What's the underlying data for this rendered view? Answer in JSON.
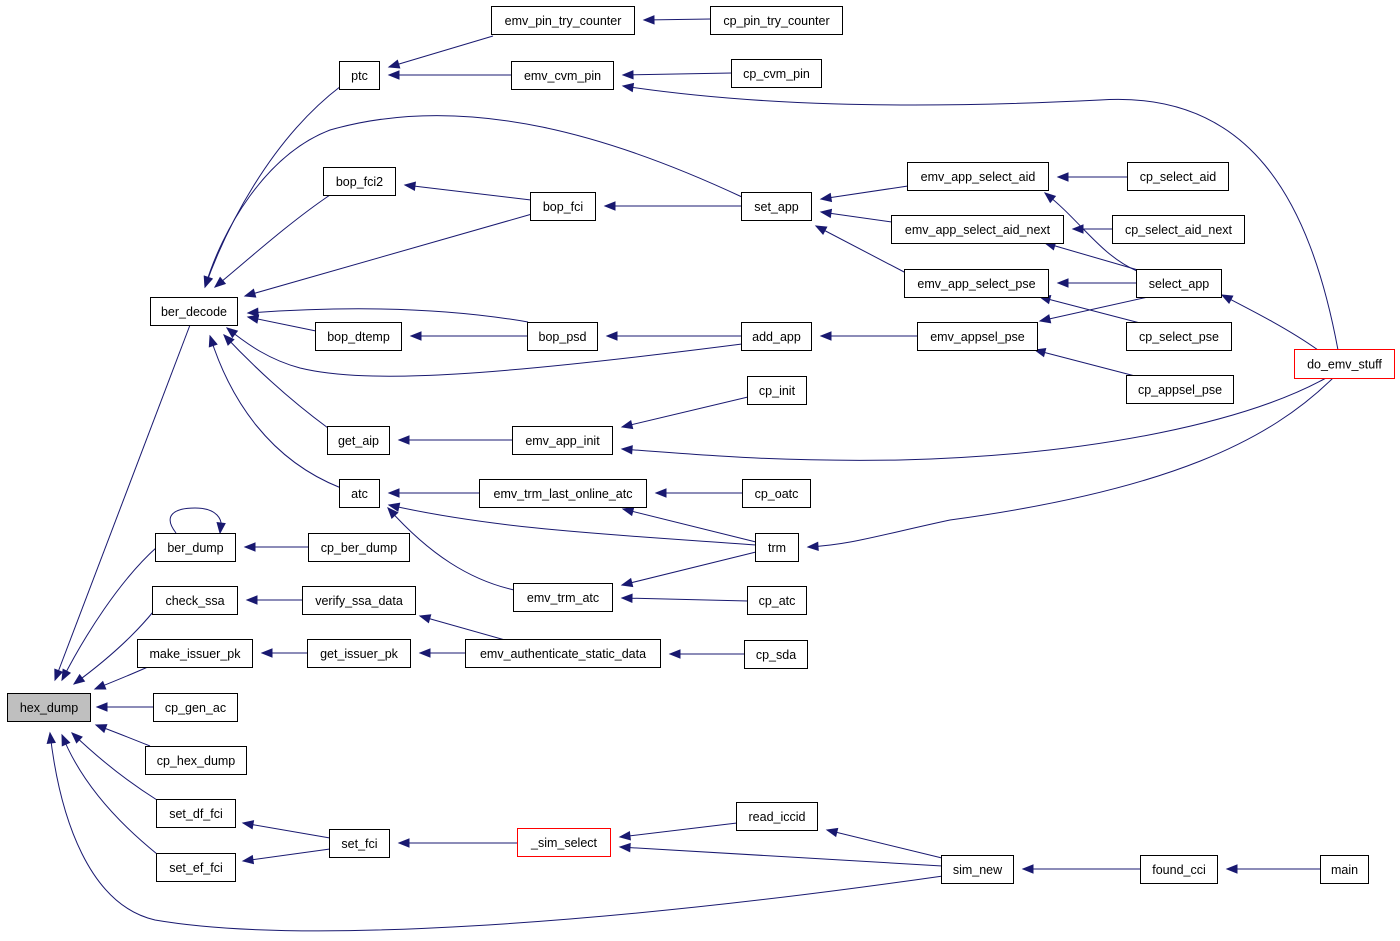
{
  "graph": {
    "nodes": {
      "hex_dump": {
        "label": "hex_dump",
        "focus": true
      },
      "ber_decode": {
        "label": "ber_decode"
      },
      "ber_dump": {
        "label": "ber_dump"
      },
      "check_ssa": {
        "label": "check_ssa"
      },
      "make_issuer_pk": {
        "label": "make_issuer_pk"
      },
      "cp_gen_ac": {
        "label": "cp_gen_ac"
      },
      "cp_hex_dump": {
        "label": "cp_hex_dump"
      },
      "set_df_fci": {
        "label": "set_df_fci"
      },
      "set_ef_fci": {
        "label": "set_ef_fci"
      },
      "ptc": {
        "label": "ptc"
      },
      "bop_fci2": {
        "label": "bop_fci2"
      },
      "bop_dtemp": {
        "label": "bop_dtemp"
      },
      "get_aip": {
        "label": "get_aip"
      },
      "atc": {
        "label": "atc"
      },
      "cp_ber_dump": {
        "label": "cp_ber_dump"
      },
      "verify_ssa_data": {
        "label": "verify_ssa_data"
      },
      "get_issuer_pk": {
        "label": "get_issuer_pk"
      },
      "set_fci": {
        "label": "set_fci"
      },
      "emv_pin_try_counter": {
        "label": "emv_pin_try_counter"
      },
      "emv_cvm_pin": {
        "label": "emv_cvm_pin"
      },
      "bop_fci": {
        "label": "bop_fci"
      },
      "bop_psd": {
        "label": "bop_psd"
      },
      "emv_app_init": {
        "label": "emv_app_init"
      },
      "emv_trm_last_online_atc": {
        "label": "emv_trm_last_online_atc"
      },
      "emv_trm_atc": {
        "label": "emv_trm_atc"
      },
      "emv_authenticate_static_data": {
        "label": "emv_authenticate_static_data"
      },
      "_sim_select": {
        "label": "_sim_select",
        "truncated": true
      },
      "cp_pin_try_counter": {
        "label": "cp_pin_try_counter"
      },
      "cp_cvm_pin": {
        "label": "cp_cvm_pin"
      },
      "set_app": {
        "label": "set_app"
      },
      "add_app": {
        "label": "add_app"
      },
      "cp_init": {
        "label": "cp_init"
      },
      "cp_oatc": {
        "label": "cp_oatc"
      },
      "trm": {
        "label": "trm"
      },
      "cp_atc": {
        "label": "cp_atc"
      },
      "cp_sda": {
        "label": "cp_sda"
      },
      "read_iccid": {
        "label": "read_iccid"
      },
      "emv_app_select_aid": {
        "label": "emv_app_select_aid"
      },
      "emv_app_select_aid_next": {
        "label": "emv_app_select_aid_next"
      },
      "emv_app_select_pse": {
        "label": "emv_app_select_pse"
      },
      "emv_appsel_pse": {
        "label": "emv_appsel_pse"
      },
      "sim_new": {
        "label": "sim_new"
      },
      "cp_select_aid": {
        "label": "cp_select_aid"
      },
      "cp_select_aid_next": {
        "label": "cp_select_aid_next"
      },
      "select_app": {
        "label": "select_app"
      },
      "cp_select_pse": {
        "label": "cp_select_pse"
      },
      "cp_appsel_pse": {
        "label": "cp_appsel_pse"
      },
      "found_cci": {
        "label": "found_cci"
      },
      "do_emv_stuff": {
        "label": "do_emv_stuff",
        "truncated": true
      },
      "main": {
        "label": "main"
      }
    },
    "edges": [
      [
        "ber_decode",
        "hex_dump"
      ],
      [
        "ber_dump",
        "hex_dump"
      ],
      [
        "check_ssa",
        "hex_dump"
      ],
      [
        "make_issuer_pk",
        "hex_dump"
      ],
      [
        "cp_gen_ac",
        "hex_dump"
      ],
      [
        "cp_hex_dump",
        "hex_dump"
      ],
      [
        "set_df_fci",
        "hex_dump"
      ],
      [
        "set_ef_fci",
        "hex_dump"
      ],
      [
        "sim_new",
        "hex_dump"
      ],
      [
        "ptc",
        "ber_decode"
      ],
      [
        "bop_fci2",
        "ber_decode"
      ],
      [
        "bop_fci",
        "ber_decode"
      ],
      [
        "bop_dtemp",
        "ber_decode"
      ],
      [
        "bop_psd",
        "ber_decode"
      ],
      [
        "add_app",
        "ber_decode"
      ],
      [
        "get_aip",
        "ber_decode"
      ],
      [
        "atc",
        "ber_decode"
      ],
      [
        "set_app",
        "ber_decode"
      ],
      [
        "ber_dump",
        "ber_dump"
      ],
      [
        "cp_ber_dump",
        "ber_dump"
      ],
      [
        "verify_ssa_data",
        "check_ssa"
      ],
      [
        "get_issuer_pk",
        "make_issuer_pk"
      ],
      [
        "set_fci",
        "set_df_fci"
      ],
      [
        "set_fci",
        "set_ef_fci"
      ],
      [
        "emv_pin_try_counter",
        "ptc"
      ],
      [
        "emv_cvm_pin",
        "ptc"
      ],
      [
        "bop_fci",
        "bop_fci2"
      ],
      [
        "bop_psd",
        "bop_dtemp"
      ],
      [
        "emv_app_init",
        "get_aip"
      ],
      [
        "emv_trm_last_online_atc",
        "atc"
      ],
      [
        "emv_trm_atc",
        "atc"
      ],
      [
        "trm",
        "atc"
      ],
      [
        "emv_authenticate_static_data",
        "verify_ssa_data"
      ],
      [
        "emv_authenticate_static_data",
        "get_issuer_pk"
      ],
      [
        "_sim_select",
        "set_fci"
      ],
      [
        "cp_pin_try_counter",
        "emv_pin_try_counter"
      ],
      [
        "cp_cvm_pin",
        "emv_cvm_pin"
      ],
      [
        "do_emv_stuff",
        "emv_cvm_pin"
      ],
      [
        "set_app",
        "bop_fci"
      ],
      [
        "add_app",
        "bop_psd"
      ],
      [
        "cp_init",
        "emv_app_init"
      ],
      [
        "do_emv_stuff",
        "emv_app_init"
      ],
      [
        "cp_oatc",
        "emv_trm_last_online_atc"
      ],
      [
        "trm",
        "emv_trm_last_online_atc"
      ],
      [
        "trm",
        "emv_trm_atc"
      ],
      [
        "cp_atc",
        "emv_trm_atc"
      ],
      [
        "cp_sda",
        "emv_authenticate_static_data"
      ],
      [
        "read_iccid",
        "_sim_select"
      ],
      [
        "sim_new",
        "_sim_select"
      ],
      [
        "emv_app_select_aid",
        "set_app"
      ],
      [
        "emv_app_select_aid_next",
        "set_app"
      ],
      [
        "emv_app_select_pse",
        "set_app"
      ],
      [
        "emv_appsel_pse",
        "add_app"
      ],
      [
        "do_emv_stuff",
        "trm"
      ],
      [
        "sim_new",
        "read_iccid"
      ],
      [
        "cp_select_aid",
        "emv_app_select_aid"
      ],
      [
        "select_app",
        "emv_app_select_aid"
      ],
      [
        "cp_select_aid_next",
        "emv_app_select_aid_next"
      ],
      [
        "select_app",
        "emv_app_select_aid_next"
      ],
      [
        "select_app",
        "emv_app_select_pse"
      ],
      [
        "cp_select_pse",
        "emv_app_select_pse"
      ],
      [
        "select_app",
        "emv_appsel_pse"
      ],
      [
        "cp_appsel_pse",
        "emv_appsel_pse"
      ],
      [
        "found_cci",
        "sim_new"
      ],
      [
        "do_emv_stuff",
        "select_app"
      ],
      [
        "main",
        "found_cci"
      ]
    ]
  }
}
